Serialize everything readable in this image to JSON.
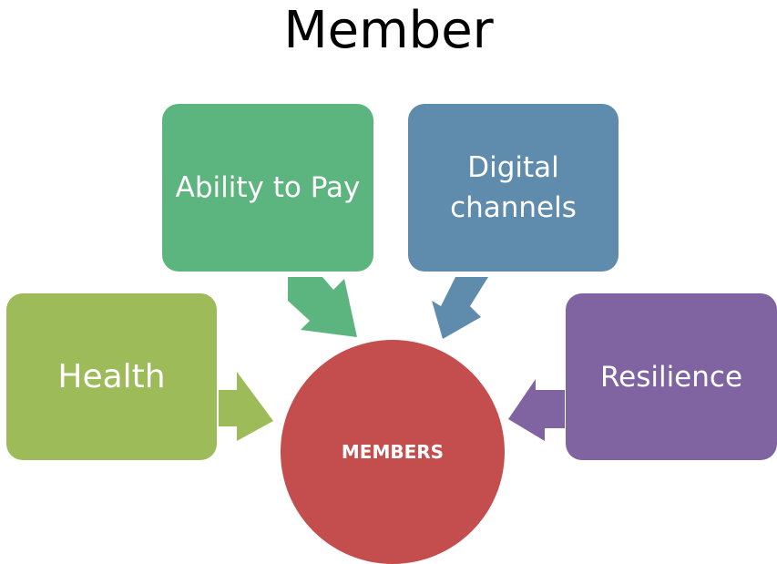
{
  "title": "Member",
  "center": {
    "label": "MEMBERS",
    "color": "#c44e4e"
  },
  "boxes": {
    "health": {
      "label": "Health",
      "color": "#9dbb59"
    },
    "ability": {
      "label": "Ability to Pay",
      "color": "#5cb57f"
    },
    "digital": {
      "label": "Digital\nchannels",
      "color": "#5f8bad"
    },
    "resilience": {
      "label": "Resilience",
      "color": "#8064a2"
    }
  }
}
